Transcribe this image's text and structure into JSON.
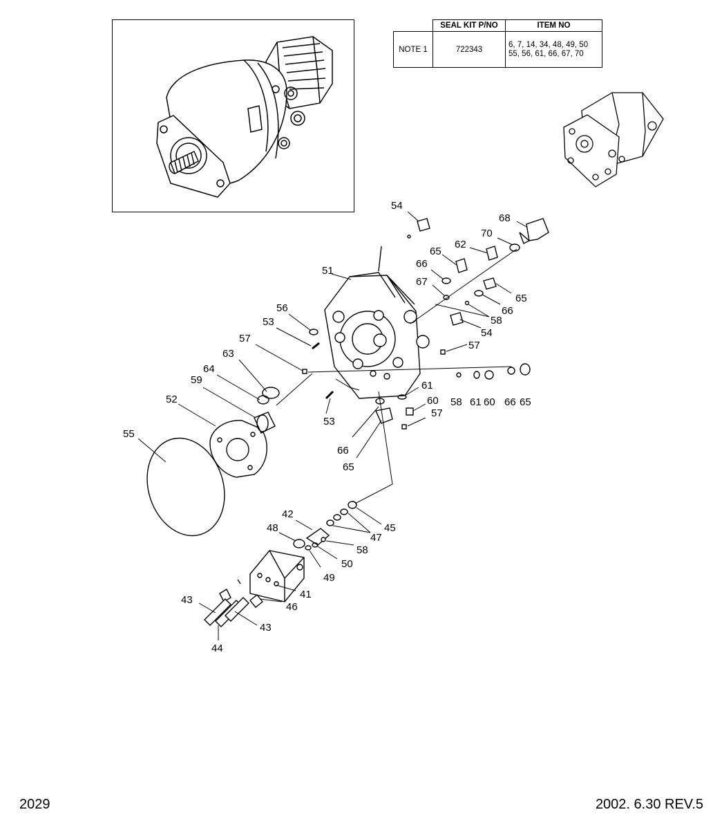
{
  "seal_table": {
    "header_kit": "SEAL KIT P/NO",
    "header_item": "ITEM NO",
    "note": "NOTE 1",
    "kit_number": "722343",
    "items_line1": "6, 7, 14, 34, 48, 49, 50",
    "items_line2": "55, 56, 61, 66, 67, 70"
  },
  "footer": {
    "page_number": "2029",
    "revision": "2002. 6.30  REV.5"
  },
  "callouts": [
    "54",
    "68",
    "70",
    "62",
    "65",
    "66",
    "51",
    "67",
    "65",
    "66",
    "58",
    "54",
    "56",
    "53",
    "57",
    "57",
    "63",
    "64",
    "59",
    "52",
    "55",
    "61",
    "60",
    "57",
    "58",
    "61",
    "60",
    "66",
    "65",
    "53",
    "66",
    "65",
    "42",
    "48",
    "45",
    "47",
    "58",
    "50",
    "49",
    "41",
    "46",
    "43",
    "43",
    "44"
  ],
  "colors": {
    "line": "#000000",
    "background": "#ffffff"
  }
}
